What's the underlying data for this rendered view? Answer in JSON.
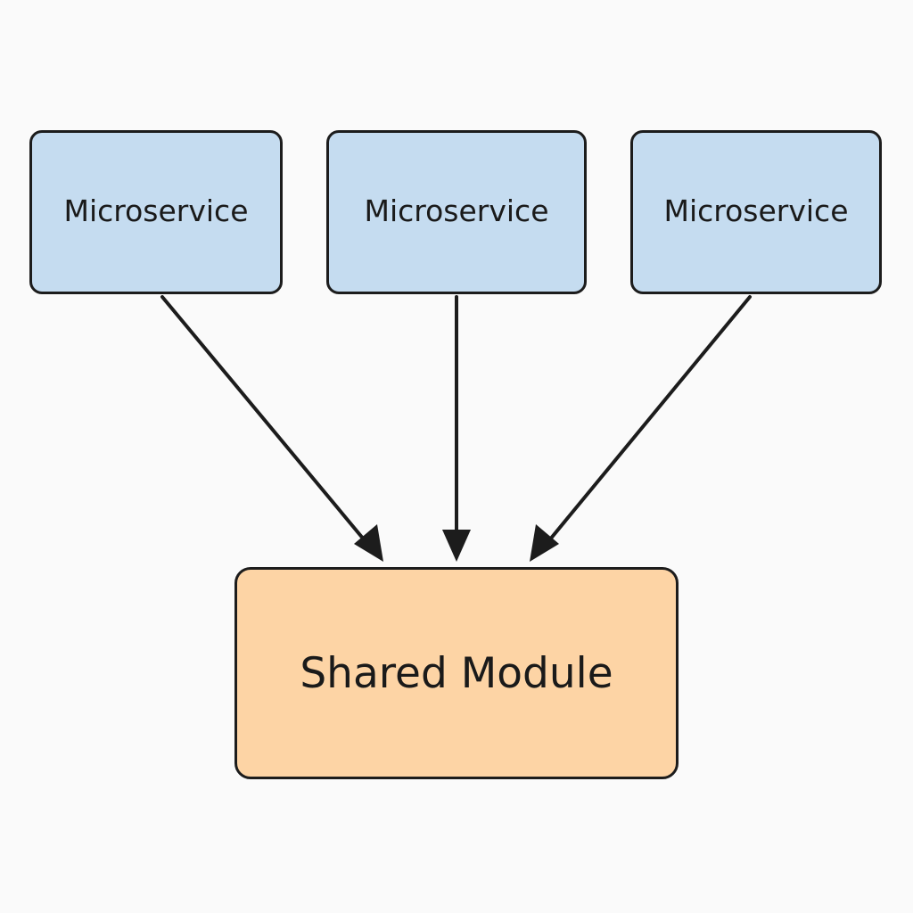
{
  "diagram": {
    "services": [
      {
        "label": "Microservice"
      },
      {
        "label": "Microservice"
      },
      {
        "label": "Microservice"
      }
    ],
    "shared": {
      "label": "Shared Module"
    },
    "edges": [
      {
        "from": "services.0",
        "to": "shared"
      },
      {
        "from": "services.1",
        "to": "shared"
      },
      {
        "from": "services.2",
        "to": "shared"
      }
    ],
    "colors": {
      "service_fill": "#c5dcf0",
      "shared_fill": "#fdd4a5",
      "stroke": "#1c1c1c",
      "background": "#fafafa"
    }
  }
}
